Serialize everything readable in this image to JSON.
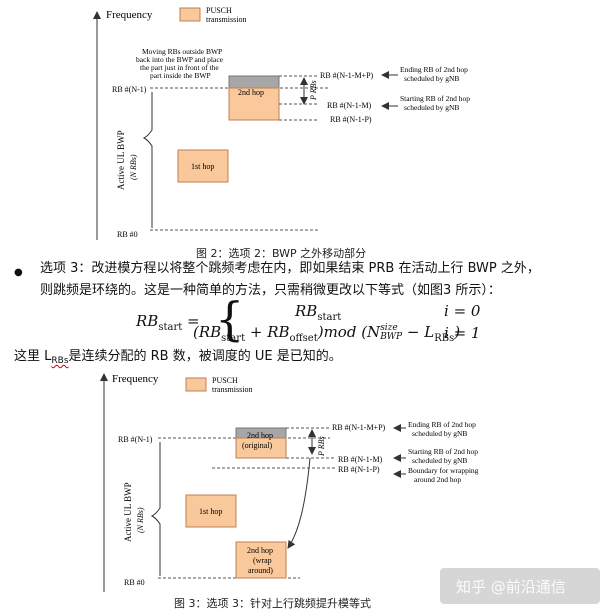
{
  "colors": {
    "hop_fill": "#f9c89b",
    "hop_stroke": "#c08050",
    "outside_fill": "#a6a6a6",
    "line": "#444444",
    "dash": "#555555"
  },
  "figure2": {
    "axis_label": "Frequency",
    "legend_label": "PUSCH\ntransmission",
    "bwp_label": "Active UL BWP",
    "bwp_sub": "(N RBs)",
    "rb_top": "RB #(N-1)",
    "rb_bottom": "RB #0",
    "hop1": "1st hop",
    "hop2": "2nd hop",
    "note": "Moving RBs outside BWP\nback into the BWP and place\nthe part just in front of the\npart inside the BWP",
    "p_rbs": "P RBs",
    "rb_n1mp": "RB #(N-1-M+P)",
    "rb_n1m": "RB #(N-1-M)",
    "rb_n1p": "RB #(N-1-P)",
    "ending": "Ending RB of 2nd hop\nscheduled by gNB",
    "starting": "Starting RB of 2nd hop\nscheduled by gNB",
    "caption": "图 2：选项 2：BWP 之外移动部分"
  },
  "text": {
    "bullet": "●",
    "option3_line1": "选项 3：改进模方程以将整个跳频考虑在内，即如果结束 PRB 在活动上行 BWP 之外，",
    "option3_line2": "则跳频是环绕的。这是一种简单的方法，只需稍微更改以下等式（如图3 所示）：",
    "note_line_pre": "这里 L",
    "note_line_sub": "RBs",
    "note_line_post": "是连续分配的 RB 数，被调度的 UE 是已知的。"
  },
  "formula": {
    "lhs": "RB",
    "lhs_sub": "start",
    "eq": "=",
    "case1": "RB",
    "case1_sub": "start",
    "case2_a": "(RB",
    "case2_a_sub": "start",
    "case2_b": " + RB",
    "case2_b_sub": "offset",
    "case2_c": ")mod (N",
    "case2_sup": "size",
    "case2_sub": "BWP",
    "case2_d": " − L",
    "case2_d_sub": "RBs",
    "case2_e": ")",
    "cond1": "i = 0",
    "cond2": "i = 1"
  },
  "figure3": {
    "axis_label": "Frequency",
    "legend_label": "PUSCH\ntransmission",
    "bwp_label": "Active UL BWP",
    "bwp_sub": "(N RBs)",
    "rb_top": "RB #(N-1)",
    "rb_bottom": "RB #0",
    "hop1": "1st hop",
    "hop2_orig": "2nd hop\n(original)",
    "hop2_wrap": "2nd hop\n(wrap\naround)",
    "p_rbs": "P RBs",
    "rb_n1mp": "RB #(N-1-M+P)",
    "rb_n1m": "RB #(N-1-M)",
    "rb_n1p": "RB #(N-1-P)",
    "ending": "Ending RB of 2nd hop\nscheduled by gNB",
    "starting": "Starting RB of 2nd hop\nscheduled by gNB",
    "boundary": "Boundary for wrapping\naround 2nd hop",
    "caption": "图 3：选项 3：针对上行跳频提升模等式"
  },
  "watermark": "知乎 @前沿通信"
}
